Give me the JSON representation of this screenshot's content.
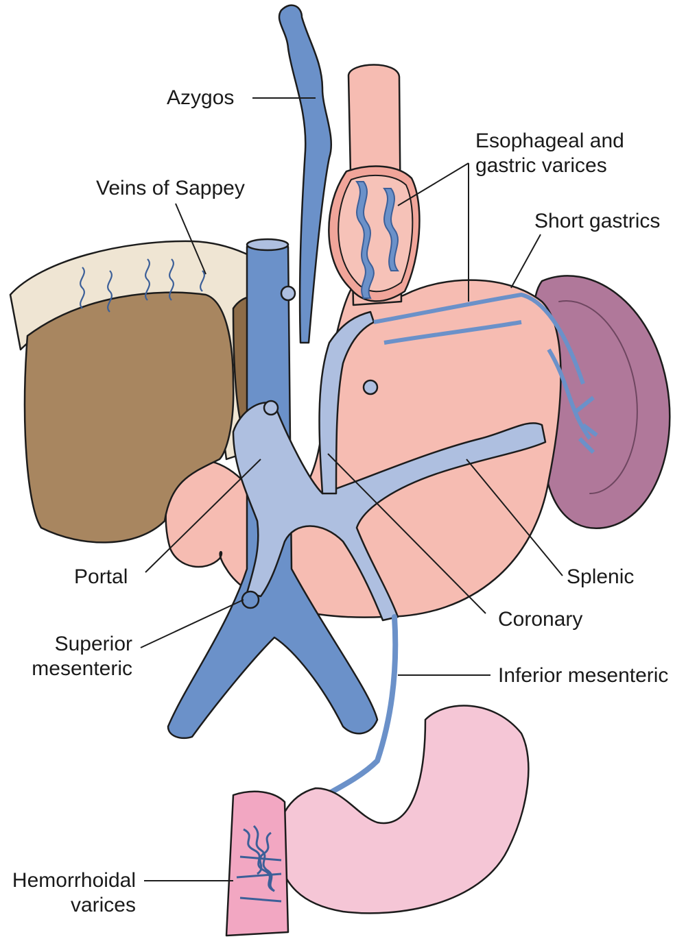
{
  "labels": {
    "azygos": "Azygos",
    "veins_of_sappey": "Veins of Sappey",
    "esophageal_varices": [
      "Esophageal and",
      "gastric varices"
    ],
    "short_gastrics": "Short gastrics",
    "portal": "Portal",
    "splenic": "Splenic",
    "coronary": "Coronary",
    "superior_mesenteric": [
      "Superior",
      "mesenteric"
    ],
    "inferior_mesenteric": "Inferior mesenteric",
    "hemorrhoidal_varices": [
      "Hemorrhoidal",
      "varices"
    ]
  },
  "colors": {
    "vein": "#6b91c9",
    "vein_light": "#aebfe0",
    "stomach": "#f6bcb2",
    "liver": "#a88660",
    "peritoneum": "#efe5d3",
    "spleen": "#b0789a",
    "colon": "#f5c6d6"
  }
}
